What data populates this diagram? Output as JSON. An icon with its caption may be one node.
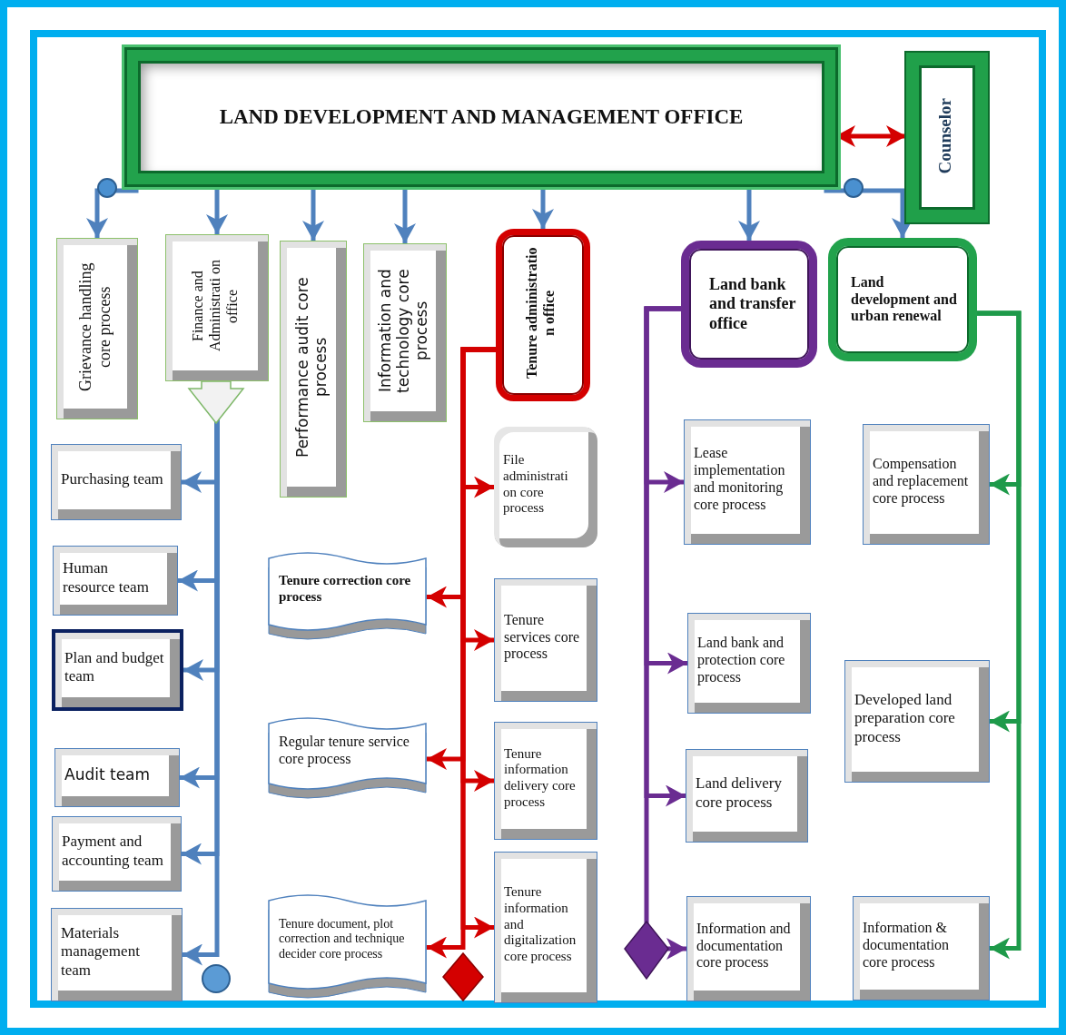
{
  "diagram": {
    "nodes": [
      {
        "text": [
          "LAND DEVELOPMENT  AND MANAGEMENT  OFFICE"
        ]
      },
      {
        "text": [
          "Counselor"
        ]
      },
      {
        "text": [
          "Grievance handling core process"
        ]
      },
      {
        "text": [
          "Finance and Administrati on office"
        ]
      },
      {
        "text": [
          "Performance audit core process"
        ]
      },
      {
        "text": [
          "Information and technology core process"
        ]
      },
      {
        "text": [
          "Tenure administratio n office"
        ]
      },
      {
        "text": [
          "Land bank and transfer office"
        ]
      },
      {
        "text": [
          "Land development and urban renewal"
        ]
      },
      {
        "text": [
          "Purchasing team"
        ]
      },
      {
        "text": [
          "Human resource team"
        ]
      },
      {
        "text": [
          "Plan and budget team"
        ]
      },
      {
        "text": [
          "Audit team"
        ]
      },
      {
        "text": [
          "Payment and accounting team"
        ]
      },
      {
        "text": [
          "Materials management team"
        ]
      },
      {
        "text": [
          "File administrati on core process"
        ]
      },
      {
        "text": [
          "Tenure correction core process"
        ]
      },
      {
        "text": [
          "Tenure services core process"
        ]
      },
      {
        "text": [
          "Regular tenure service core process"
        ]
      },
      {
        "text": [
          "Tenure information delivery core process"
        ]
      },
      {
        "text": [
          "Tenure document, plot correction and technique decider core process"
        ]
      },
      {
        "text": [
          "Tenure information and digitalization core process"
        ]
      },
      {
        "text": [
          "Lease implementation and monitoring core process"
        ]
      },
      {
        "text": [
          "Land bank and protection core process"
        ]
      },
      {
        "text": [
          "Land delivery core process"
        ]
      },
      {
        "text": [
          "Information and documentation core process"
        ]
      },
      {
        "text": [
          "Compensation and replacement core process"
        ]
      },
      {
        "text": [
          "Developed land preparation core process"
        ]
      },
      {
        "text": [
          "Information & documentation core process"
        ]
      }
    ],
    "edges": [
      {
        "from": 0,
        "to": 1,
        "arrow": "both",
        "color": "#d40000"
      },
      {
        "from": 0,
        "to": 2,
        "arrow": "to"
      },
      {
        "from": 0,
        "to": 3,
        "arrow": "to"
      },
      {
        "from": 0,
        "to": 4,
        "arrow": "to"
      },
      {
        "from": 0,
        "to": 5,
        "arrow": "to"
      },
      {
        "from": 0,
        "to": 6,
        "arrow": "to"
      },
      {
        "from": 0,
        "to": 7,
        "arrow": "to"
      },
      {
        "from": 0,
        "to": 8,
        "arrow": "to"
      },
      {
        "from": 3,
        "to": 9,
        "arrow": "to"
      },
      {
        "from": 3,
        "to": 10,
        "arrow": "to"
      },
      {
        "from": 3,
        "to": 11,
        "arrow": "to"
      },
      {
        "from": 3,
        "to": 12,
        "arrow": "to"
      },
      {
        "from": 3,
        "to": 13,
        "arrow": "to"
      },
      {
        "from": 3,
        "to": 14,
        "arrow": "to"
      },
      {
        "from": 6,
        "to": 15,
        "arrow": "to",
        "color": "#d40000"
      },
      {
        "from": 6,
        "to": 16,
        "arrow": "to",
        "color": "#d40000"
      },
      {
        "from": 6,
        "to": 17,
        "arrow": "to",
        "color": "#d40000"
      },
      {
        "from": 6,
        "to": 18,
        "arrow": "to",
        "color": "#d40000"
      },
      {
        "from": 6,
        "to": 19,
        "arrow": "to",
        "color": "#d40000"
      },
      {
        "from": 6,
        "to": 20,
        "arrow": "to",
        "color": "#d40000"
      },
      {
        "from": 6,
        "to": 21,
        "arrow": "to",
        "color": "#d40000"
      },
      {
        "from": 7,
        "to": 22,
        "arrow": "to",
        "color": "#6a2c91"
      },
      {
        "from": 7,
        "to": 23,
        "arrow": "to",
        "color": "#6a2c91"
      },
      {
        "from": 7,
        "to": 24,
        "arrow": "to",
        "color": "#6a2c91"
      },
      {
        "from": 7,
        "to": 25,
        "arrow": "to",
        "color": "#6a2c91"
      },
      {
        "from": 8,
        "to": 26,
        "arrow": "to",
        "color": "#1e9a4a"
      },
      {
        "from": 8,
        "to": 27,
        "arrow": "to",
        "color": "#1e9a4a"
      },
      {
        "from": 8,
        "to": 28,
        "arrow": "to",
        "color": "#1e9a4a"
      }
    ]
  }
}
